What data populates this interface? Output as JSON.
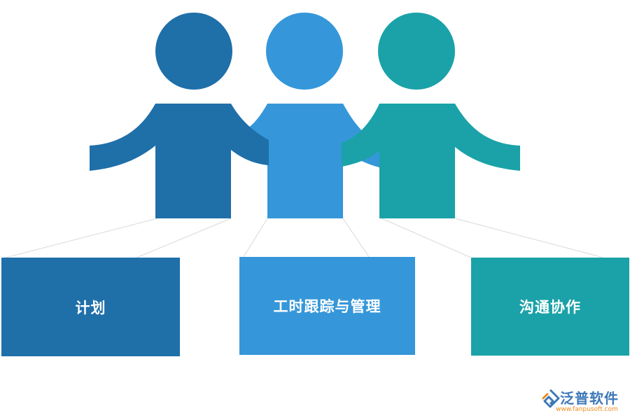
{
  "diagram": {
    "items": [
      {
        "label": "计划",
        "color": "#1f6fa9"
      },
      {
        "label": "工时跟踪与管理",
        "color": "#3597d9"
      },
      {
        "label": "沟通协作",
        "color": "#1aa2a8"
      }
    ],
    "connector_color": "#d9d9d9"
  },
  "logo": {
    "name": "泛普软件",
    "url": "www.fanpusoft.com",
    "colors": {
      "primary": "#3d78b8",
      "accent": "#f08b1c"
    }
  }
}
